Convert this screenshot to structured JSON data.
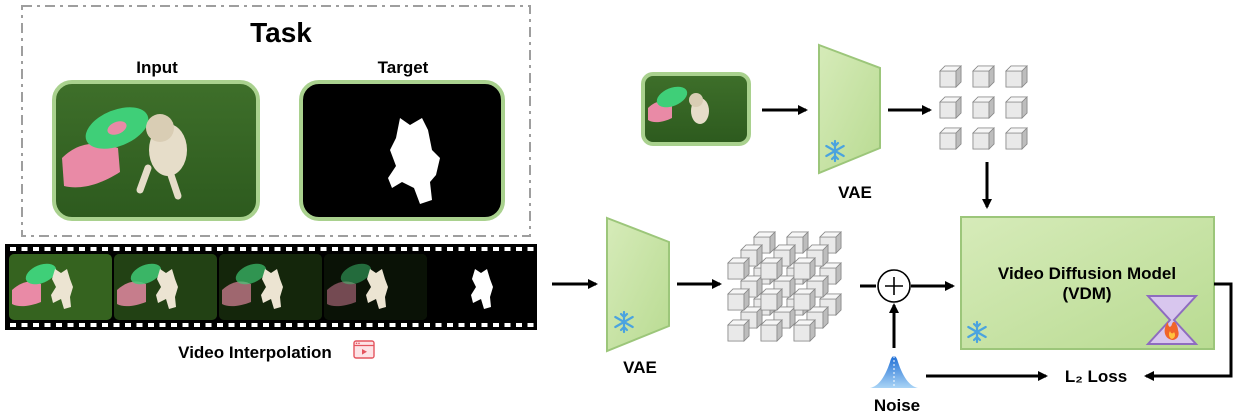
{
  "task": {
    "title": "Task",
    "input_label": "Input",
    "target_label": "Target"
  },
  "film": {
    "caption": "Video Interpolation",
    "icon": "video-player-icon",
    "frame_count": 5
  },
  "vae_top_label": "VAE",
  "vae_bottom_label": "VAE",
  "vdm": {
    "line1": "Video Diffusion Model",
    "line2": "(VDM)",
    "frozen_icon": "snowflake-icon",
    "trainable_icon": "flame-hourglass-icon"
  },
  "noise_label": "Noise",
  "loss_label": "L₂ Loss",
  "colors": {
    "green_fill": "#c9e4a6",
    "green_border": "#a9d18e",
    "arrow": "#000000",
    "dash": "#9e9e9e",
    "snowflake": "#4aa3df",
    "flame": "#f0642a",
    "hourglass": "#c9b3e6"
  }
}
